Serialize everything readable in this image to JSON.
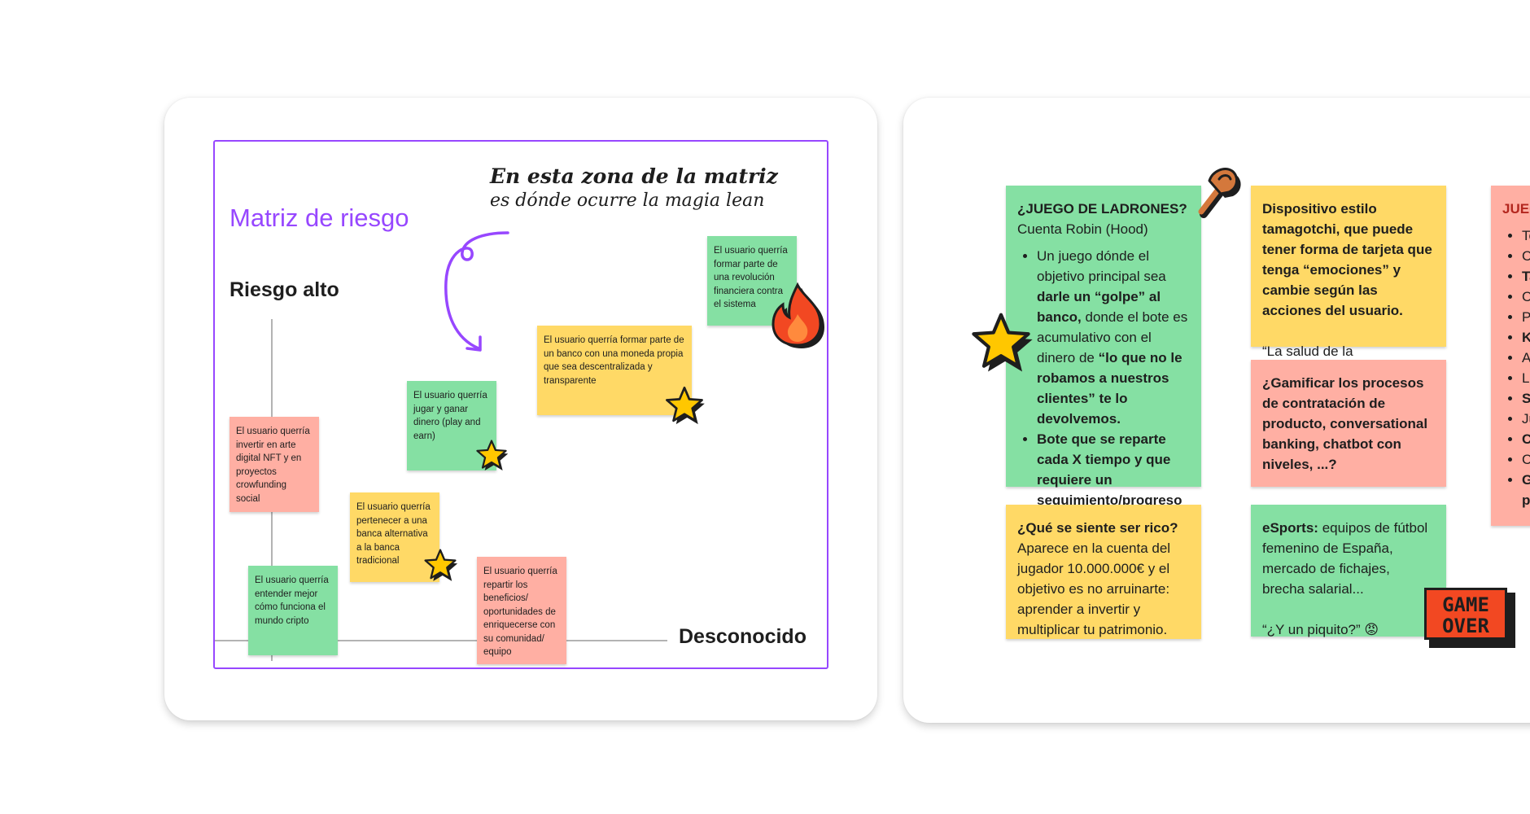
{
  "matrix_board": {
    "title": "Matriz de riesgo",
    "axis_y_label": "Riesgo alto",
    "axis_x_label": "Desconocido",
    "handwriting_line1": "En esta zona de la matriz",
    "handwriting_line2": "es dónde ocurre la magia lean",
    "notes": [
      {
        "id": "revolucion",
        "color": "green",
        "text": "El usuario querría formar parte de una revolución financiera contra el sistema"
      },
      {
        "id": "moneda",
        "color": "yellow",
        "text": "El usuario querría formar parte de un banco con una moneda propia que sea descentralizada y transparente"
      },
      {
        "id": "jugar",
        "color": "green",
        "text": "El usuario querría jugar y ganar dinero (play and earn)"
      },
      {
        "id": "nft",
        "color": "red",
        "text": "El usuario querría invertir en arte digital NFT y en proyectos crowfunding social"
      },
      {
        "id": "alternativa",
        "color": "yellow",
        "text": "El usuario querría pertenecer a una banca alternativa a la banca tradicional"
      },
      {
        "id": "cripto",
        "color": "green",
        "text": "El usuario querría entender mejor cómo funciona el mundo cripto"
      },
      {
        "id": "beneficios",
        "color": "red",
        "text": "El usuario querría repartir los beneficios/ oportunidades de enriquecerse con su comunidad/ equipo"
      }
    ]
  },
  "ideas_board": {
    "ladrones": {
      "title": "¿JUEGO DE LADRONES?",
      "subtitle": "Cuenta Robin (Hood)",
      "b1_pre": "Un juego dónde el objetivo principal sea ",
      "b1_bold1": "darle un “golpe” al banco,",
      "b1_mid": " donde el bote es acumulativo con el dinero de ",
      "b1_bold2": "“lo que no le robamos a nuestros clientes” te lo devolvemos.",
      "b2": "Bote que se reparte cada X tiempo y que requiere un seguimiento/progreso del usuario."
    },
    "tamagotchi": {
      "title": "Dispositivo estilo tamagotchi, que puede tener forma de tarjeta que tenga “emociones” y cambie según las acciones del usuario.",
      "quote": "“La salud de la tarjeta/cuenta depende de tí”"
    },
    "gamificar": {
      "title": "¿Gamificar los procesos de contratación de producto, conversational banking, chatbot con niveles, ...?"
    },
    "rico": {
      "title": "¿Qué se siente ser rico?",
      "body": "Aparece en la cuenta del jugador 10.000.000€ y el objetivo es no arruinarte: aprender a invertir y multiplicar tu patrimonio."
    },
    "esports": {
      "title": "eSports:",
      "body": "  equipos de fútbol femenino de España, mercado de fichajes, brecha salarial...",
      "quote": "“¿Y un piquito?” 😡"
    },
    "partial": {
      "title": "JUEG",
      "items": [
        "Te",
        "C",
        "Ta",
        "C",
        "P",
        "K",
        "A",
        "La",
        "S",
        "Ju",
        "C",
        "C",
        "G",
        "p"
      ]
    },
    "game_over_line1": "GAME",
    "game_over_line2": "OVER"
  },
  "colors": {
    "frame_purple": "#9747ff",
    "sticky_green": "#85e0a3",
    "sticky_yellow": "#ffd966",
    "sticky_red": "#ffafa3",
    "game_over_orange": "#f24822"
  },
  "icons": [
    "star-icon",
    "fire-icon",
    "pin-icon",
    "curved-arrow-icon",
    "game-over-sticker"
  ]
}
